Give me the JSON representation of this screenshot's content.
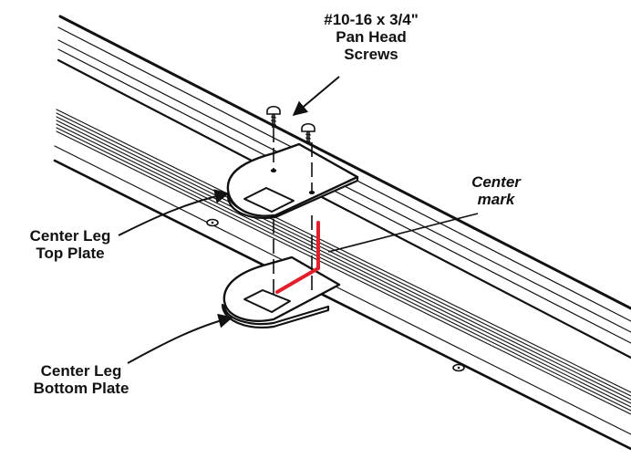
{
  "labels": {
    "screws": {
      "line1": "#10-16 x 3/4\"",
      "line2": "Pan Head",
      "line3": "Screws"
    },
    "center_mark": {
      "line1": "Center",
      "line2": "mark"
    },
    "top_plate": {
      "line1": "Center Leg",
      "line2": "Top Plate"
    },
    "bottom_plate": {
      "line1": "Center Leg",
      "line2": "Bottom Plate"
    }
  },
  "colors": {
    "line": "#111111",
    "center_mark": "#e2202b",
    "background": "#ffffff"
  }
}
